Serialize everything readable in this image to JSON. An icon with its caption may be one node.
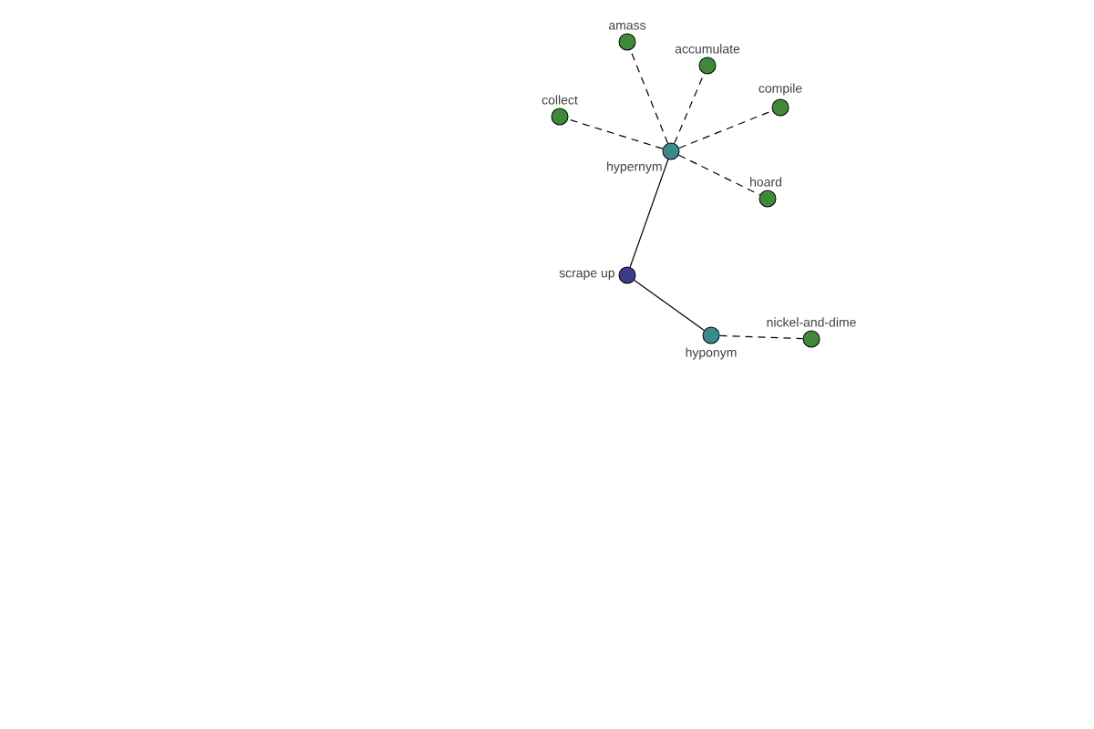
{
  "diagram": {
    "nodes": [
      {
        "text": [
          "scrape up"
        ]
      },
      {
        "text": [
          "hypernym"
        ]
      },
      {
        "text": [
          "hyponym"
        ]
      },
      {
        "text": [
          "amass"
        ]
      },
      {
        "text": [
          "accumulate"
        ]
      },
      {
        "text": [
          "compile"
        ]
      },
      {
        "text": [
          "collect"
        ]
      },
      {
        "text": [
          "hoard"
        ]
      },
      {
        "text": [
          "nickel-and-dime"
        ]
      }
    ],
    "edges": [
      {
        "from": 0,
        "to": 1,
        "arrow": "none"
      },
      {
        "from": 0,
        "to": 2,
        "arrow": "none"
      },
      {
        "from": 1,
        "to": 3,
        "arrow": "none",
        "style": "dashed"
      },
      {
        "from": 1,
        "to": 4,
        "arrow": "none",
        "style": "dashed"
      },
      {
        "from": 1,
        "to": 5,
        "arrow": "none",
        "style": "dashed"
      },
      {
        "from": 1,
        "to": 6,
        "arrow": "none",
        "style": "dashed"
      },
      {
        "from": 1,
        "to": 7,
        "arrow": "none",
        "style": "dashed"
      },
      {
        "from": 2,
        "to": 8,
        "arrow": "none",
        "style": "dashed"
      }
    ]
  }
}
